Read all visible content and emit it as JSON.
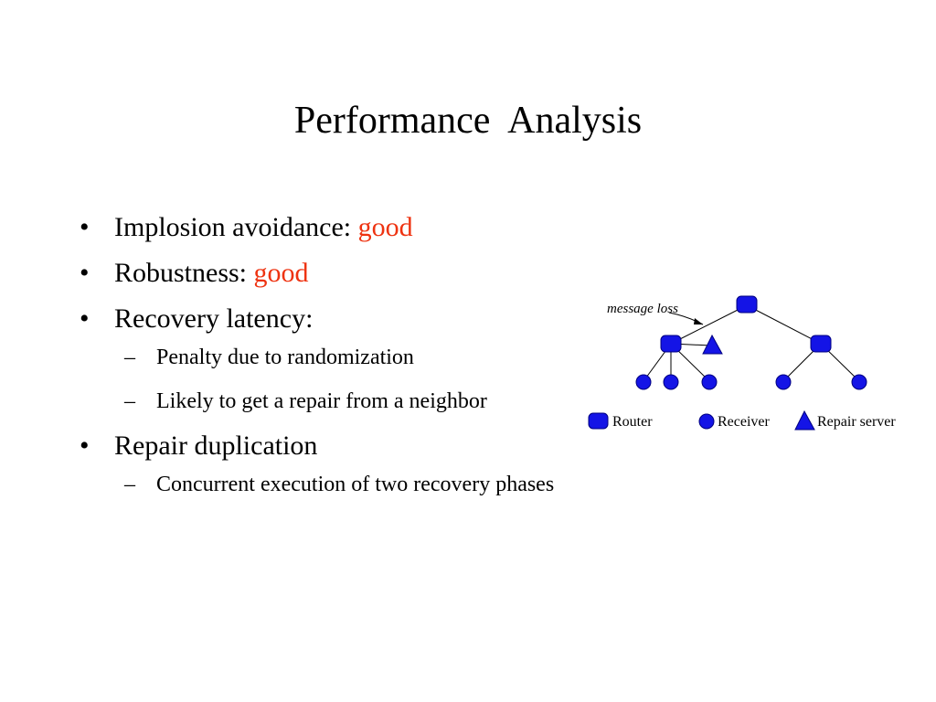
{
  "slide": {
    "title": "Performance  Analysis"
  },
  "bullets": {
    "marker": "•",
    "sub_marker": "–",
    "implosion": {
      "label": "Implosion avoidance: ",
      "value": "good"
    },
    "robustness": {
      "label": "Robustness: ",
      "value": "good"
    },
    "latency": {
      "label": "Recovery latency:"
    },
    "latency_sub1": "Penalty due to randomization",
    "latency_sub2": "Likely to get a repair from a neighbor",
    "duplication": {
      "label": "Repair duplication"
    },
    "duplication_sub1": "Concurrent execution of two recovery phases"
  },
  "diagram": {
    "annotation": "message loss",
    "legend": {
      "router": "Router",
      "receiver": "Receiver",
      "repair_server": "Repair server"
    }
  },
  "colors": {
    "accent": "#ee3311",
    "node_blue": "#1414e6",
    "node_outline": "#000080"
  }
}
